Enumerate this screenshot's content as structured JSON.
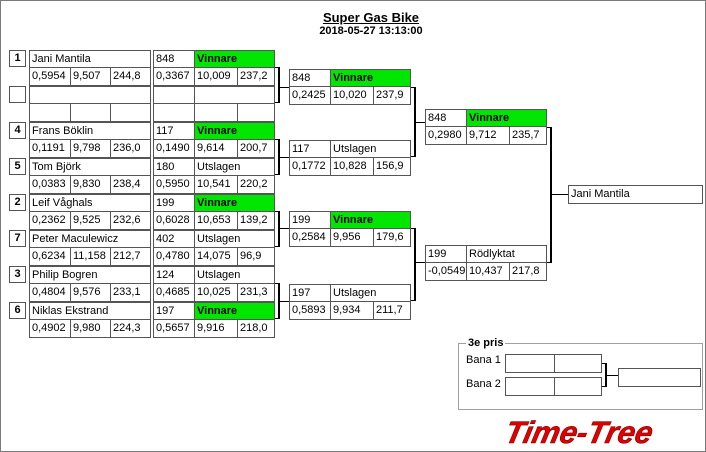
{
  "title": "Super Gas Bike",
  "subtitle": "2018-05-27 13:13:00",
  "round1": [
    {
      "seed": "1",
      "name": "Jani Mantila",
      "rt": "0,5954",
      "et": "9,507",
      "speed": "244,8",
      "car": "848",
      "status": "Vinnare",
      "win": true,
      "r_rt": "0,3367",
      "r_et": "10,009",
      "r_speed": "237,2"
    },
    {
      "seed": "",
      "name": "",
      "rt": "",
      "et": "",
      "speed": "",
      "car": "",
      "status": "",
      "win": false,
      "r_rt": "",
      "r_et": "",
      "r_speed": ""
    },
    {
      "seed": "4",
      "name": "Frans Böklin",
      "rt": "0,1191",
      "et": "9,798",
      "speed": "236,0",
      "car": "117",
      "status": "Vinnare",
      "win": true,
      "r_rt": "0,1490",
      "r_et": "9,614",
      "r_speed": "200,7"
    },
    {
      "seed": "5",
      "name": "Tom Björk",
      "rt": "0,0383",
      "et": "9,830",
      "speed": "238,4",
      "car": "180",
      "status": "Utslagen",
      "win": false,
      "r_rt": "0,5950",
      "r_et": "10,541",
      "r_speed": "220,2"
    },
    {
      "seed": "2",
      "name": "Leif Våghals",
      "rt": "0,2362",
      "et": "9,525",
      "speed": "232,6",
      "car": "199",
      "status": "Vinnare",
      "win": true,
      "r_rt": "0,6028",
      "r_et": "10,653",
      "r_speed": "139,2"
    },
    {
      "seed": "7",
      "name": "Peter Maculewicz",
      "rt": "0,6234",
      "et": "11,158",
      "speed": "212,7",
      "car": "402",
      "status": "Utslagen",
      "win": false,
      "r_rt": "0,4780",
      "r_et": "14,075",
      "r_speed": "96,9"
    },
    {
      "seed": "3",
      "name": "Philip Bogren",
      "rt": "0,4804",
      "et": "9,576",
      "speed": "233,1",
      "car": "124",
      "status": "Utslagen",
      "win": false,
      "r_rt": "0,4685",
      "r_et": "10,025",
      "r_speed": "231,3"
    },
    {
      "seed": "6",
      "name": "Niklas Ekstrand",
      "rt": "0,4902",
      "et": "9,980",
      "speed": "224,3",
      "car": "197",
      "status": "Vinnare",
      "win": true,
      "r_rt": "0,5657",
      "r_et": "9,916",
      "r_speed": "218,0"
    }
  ],
  "round2": [
    {
      "car": "848",
      "status": "Vinnare",
      "win": true,
      "rt": "0,2425",
      "et": "10,020",
      "speed": "237,9"
    },
    {
      "car": "117",
      "status": "Utslagen",
      "win": false,
      "rt": "0,1772",
      "et": "10,828",
      "speed": "156,9"
    },
    {
      "car": "199",
      "status": "Vinnare",
      "win": true,
      "rt": "0,2584",
      "et": "9,956",
      "speed": "179,6"
    },
    {
      "car": "197",
      "status": "Utslagen",
      "win": false,
      "rt": "0,5893",
      "et": "9,934",
      "speed": "211,7"
    }
  ],
  "round3": [
    {
      "car": "848",
      "status": "Vinnare",
      "win": true,
      "rt": "0,2980",
      "et": "9,712",
      "speed": "235,7"
    },
    {
      "car": "199",
      "status": "Rödlyktat",
      "win": false,
      "rt": "-0,0549",
      "et": "10,437",
      "speed": "217,8"
    }
  ],
  "final_winner": "Jani Mantila",
  "third_place": {
    "label": "3e pris",
    "lane1": "Bana 1",
    "lane2": "Bana 2"
  },
  "logo_text": "Time-Tree",
  "colors": {
    "winner_green": "#00e600",
    "logo_red": "#e00000"
  }
}
